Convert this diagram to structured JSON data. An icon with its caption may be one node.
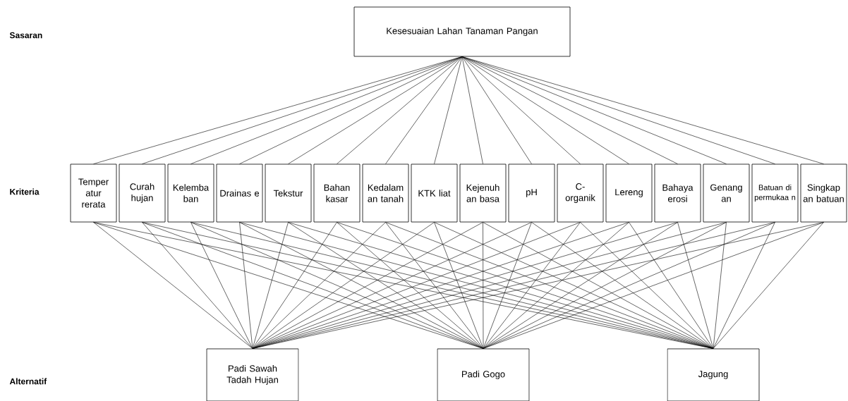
{
  "diagram": {
    "nodes": [
      {
        "text": [
          "Kesesuaian Lahan Tanaman Pangan"
        ]
      },
      {
        "text": [
          "Temper atur rerata"
        ]
      },
      {
        "text": [
          "Curah hujan"
        ]
      },
      {
        "text": [
          "Kelemba ban"
        ]
      },
      {
        "text": [
          "Drainas e"
        ]
      },
      {
        "text": [
          "Tekstur"
        ]
      },
      {
        "text": [
          "Bahan kasar"
        ]
      },
      {
        "text": [
          "Kedalam an tanah"
        ]
      },
      {
        "text": [
          "KTK liat"
        ]
      },
      {
        "text": [
          "Kejenuh an basa"
        ]
      },
      {
        "text": [
          "pH"
        ]
      },
      {
        "text": [
          "C- organik"
        ]
      },
      {
        "text": [
          "Lereng"
        ]
      },
      {
        "text": [
          "Bahaya erosi"
        ]
      },
      {
        "text": [
          "Genang an"
        ]
      },
      {
        "text": [
          "Batuan di permukaa n"
        ]
      },
      {
        "text": [
          "Singkap an batuan"
        ]
      },
      {
        "text": [
          "Padi Sawah Tadah Hujan"
        ]
      },
      {
        "text": [
          "Padi Gogo"
        ]
      },
      {
        "text": [
          "Jagung"
        ]
      }
    ],
    "edges": [
      {
        "from": 0,
        "to": 1,
        "arrow": "none"
      },
      {
        "from": 0,
        "to": 2,
        "arrow": "none"
      },
      {
        "from": 0,
        "to": 3,
        "arrow": "none"
      },
      {
        "from": 0,
        "to": 4,
        "arrow": "none"
      },
      {
        "from": 0,
        "to": 5,
        "arrow": "none"
      },
      {
        "from": 0,
        "to": 6,
        "arrow": "none"
      },
      {
        "from": 0,
        "to": 7,
        "arrow": "none"
      },
      {
        "from": 0,
        "to": 8,
        "arrow": "none"
      },
      {
        "from": 0,
        "to": 9,
        "arrow": "none"
      },
      {
        "from": 0,
        "to": 10,
        "arrow": "none"
      },
      {
        "from": 0,
        "to": 11,
        "arrow": "none"
      },
      {
        "from": 0,
        "to": 12,
        "arrow": "none"
      },
      {
        "from": 0,
        "to": 13,
        "arrow": "none"
      },
      {
        "from": 0,
        "to": 14,
        "arrow": "none"
      },
      {
        "from": 0,
        "to": 15,
        "arrow": "none"
      },
      {
        "from": 0,
        "to": 16,
        "arrow": "none"
      },
      {
        "from": 1,
        "to": 17,
        "arrow": "none"
      },
      {
        "from": 1,
        "to": 18,
        "arrow": "none"
      },
      {
        "from": 1,
        "to": 19,
        "arrow": "none"
      },
      {
        "from": 2,
        "to": 17,
        "arrow": "none"
      },
      {
        "from": 2,
        "to": 18,
        "arrow": "none"
      },
      {
        "from": 2,
        "to": 19,
        "arrow": "none"
      },
      {
        "from": 3,
        "to": 17,
        "arrow": "none"
      },
      {
        "from": 3,
        "to": 18,
        "arrow": "none"
      },
      {
        "from": 3,
        "to": 19,
        "arrow": "none"
      },
      {
        "from": 4,
        "to": 17,
        "arrow": "none"
      },
      {
        "from": 4,
        "to": 18,
        "arrow": "none"
      },
      {
        "from": 4,
        "to": 19,
        "arrow": "none"
      },
      {
        "from": 5,
        "to": 17,
        "arrow": "none"
      },
      {
        "from": 5,
        "to": 18,
        "arrow": "none"
      },
      {
        "from": 5,
        "to": 19,
        "arrow": "none"
      },
      {
        "from": 6,
        "to": 17,
        "arrow": "none"
      },
      {
        "from": 6,
        "to": 18,
        "arrow": "none"
      },
      {
        "from": 6,
        "to": 19,
        "arrow": "none"
      },
      {
        "from": 7,
        "to": 17,
        "arrow": "none"
      },
      {
        "from": 7,
        "to": 18,
        "arrow": "none"
      },
      {
        "from": 7,
        "to": 19,
        "arrow": "none"
      },
      {
        "from": 8,
        "to": 17,
        "arrow": "none"
      },
      {
        "from": 8,
        "to": 18,
        "arrow": "none"
      },
      {
        "from": 8,
        "to": 19,
        "arrow": "none"
      },
      {
        "from": 9,
        "to": 17,
        "arrow": "none"
      },
      {
        "from": 9,
        "to": 18,
        "arrow": "none"
      },
      {
        "from": 9,
        "to": 19,
        "arrow": "none"
      },
      {
        "from": 10,
        "to": 17,
        "arrow": "none"
      },
      {
        "from": 10,
        "to": 18,
        "arrow": "none"
      },
      {
        "from": 10,
        "to": 19,
        "arrow": "none"
      },
      {
        "from": 11,
        "to": 17,
        "arrow": "none"
      },
      {
        "from": 11,
        "to": 18,
        "arrow": "none"
      },
      {
        "from": 11,
        "to": 19,
        "arrow": "none"
      },
      {
        "from": 12,
        "to": 17,
        "arrow": "none"
      },
      {
        "from": 12,
        "to": 18,
        "arrow": "none"
      },
      {
        "from": 12,
        "to": 19,
        "arrow": "none"
      },
      {
        "from": 13,
        "to": 17,
        "arrow": "none"
      },
      {
        "from": 13,
        "to": 18,
        "arrow": "none"
      },
      {
        "from": 13,
        "to": 19,
        "arrow": "none"
      },
      {
        "from": 14,
        "to": 17,
        "arrow": "none"
      },
      {
        "from": 14,
        "to": 18,
        "arrow": "none"
      },
      {
        "from": 14,
        "to": 19,
        "arrow": "none"
      },
      {
        "from": 15,
        "to": 17,
        "arrow": "none"
      },
      {
        "from": 15,
        "to": 18,
        "arrow": "none"
      },
      {
        "from": 15,
        "to": 19,
        "arrow": "none"
      },
      {
        "from": 16,
        "to": 17,
        "arrow": "none"
      },
      {
        "from": 16,
        "to": 18,
        "arrow": "none"
      },
      {
        "from": 16,
        "to": 19,
        "arrow": "none"
      }
    ],
    "labels": [
      "Sasaran",
      "Kriteria",
      "Alternatif"
    ]
  }
}
